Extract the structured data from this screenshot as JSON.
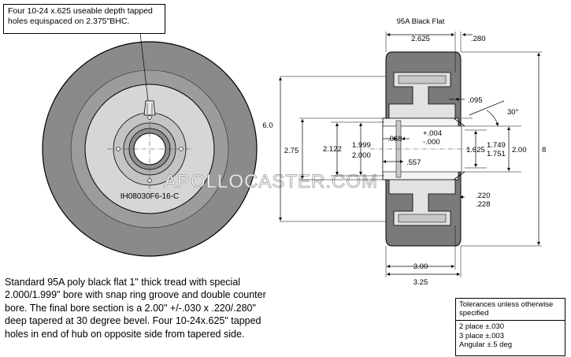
{
  "callout": {
    "line1": "Four 10-24 x.625 useable depth tapped",
    "line2": "holes equispaced on 2.375\"BHC."
  },
  "part_number": "IH08030F6-16-C",
  "watermark": "APOLLOCASTER.COM",
  "section_title": "95A Black Flat",
  "dimensions": {
    "width_2625": "2.625",
    "d_280": ".280",
    "d_095": ".095",
    "angle_30": "30°",
    "dia_60": "6.0",
    "dia_275": "2.75",
    "dia_2122": "2.122",
    "bore_1999": "1.999",
    "bore_2000": "2.000",
    "d_068": ".068",
    "tol_plus": "+.004",
    "tol_minus": "-.000",
    "d_557": ".557",
    "dia_1625": "1.625",
    "dia_1749": "1.749",
    "dia_1751": "1.751",
    "dia_200": "2.00",
    "dia_8": "8",
    "d_220": ".220",
    "d_228": ".228",
    "w_300": "3.00",
    "w_325": "3.25"
  },
  "description": [
    "Standard 95A poly black flat  1\" thick tread with special",
    "2.000/1.999\" bore with snap ring groove and double counter",
    "bore.  The final bore section is a 2.00\" +/-.030 x .220/.280\"",
    "deep tapered at 30 degree bevel. Four 10-24x.625\" tapped",
    "holes in end of hub on opposite side from tapered side."
  ],
  "tolerances": {
    "header": "Tolerances unless otherwise specified",
    "rows": [
      "2 place  ±.030",
      "3 place  ±.003",
      "Angular  ±.5 deg"
    ]
  }
}
